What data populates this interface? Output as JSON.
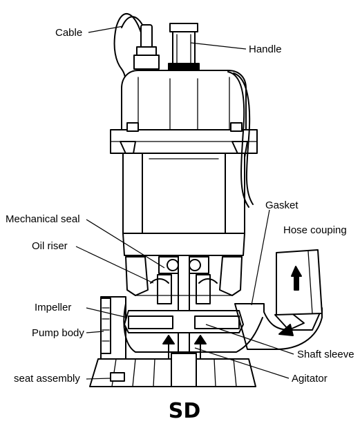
{
  "labels": {
    "cable": "Cable",
    "handle": "Handle",
    "gasket": "Gasket",
    "mechanical_seal": "Mechanical seal",
    "hose_coupling": "Hose couping",
    "oil_riser": "Oil riser",
    "impeller": "Impeller",
    "pump_body": "Pump body",
    "shaft_sleeve": "Shaft sleeve",
    "seat_assembly": "seat assembly",
    "agitator": "Agitator"
  },
  "title": "SD"
}
